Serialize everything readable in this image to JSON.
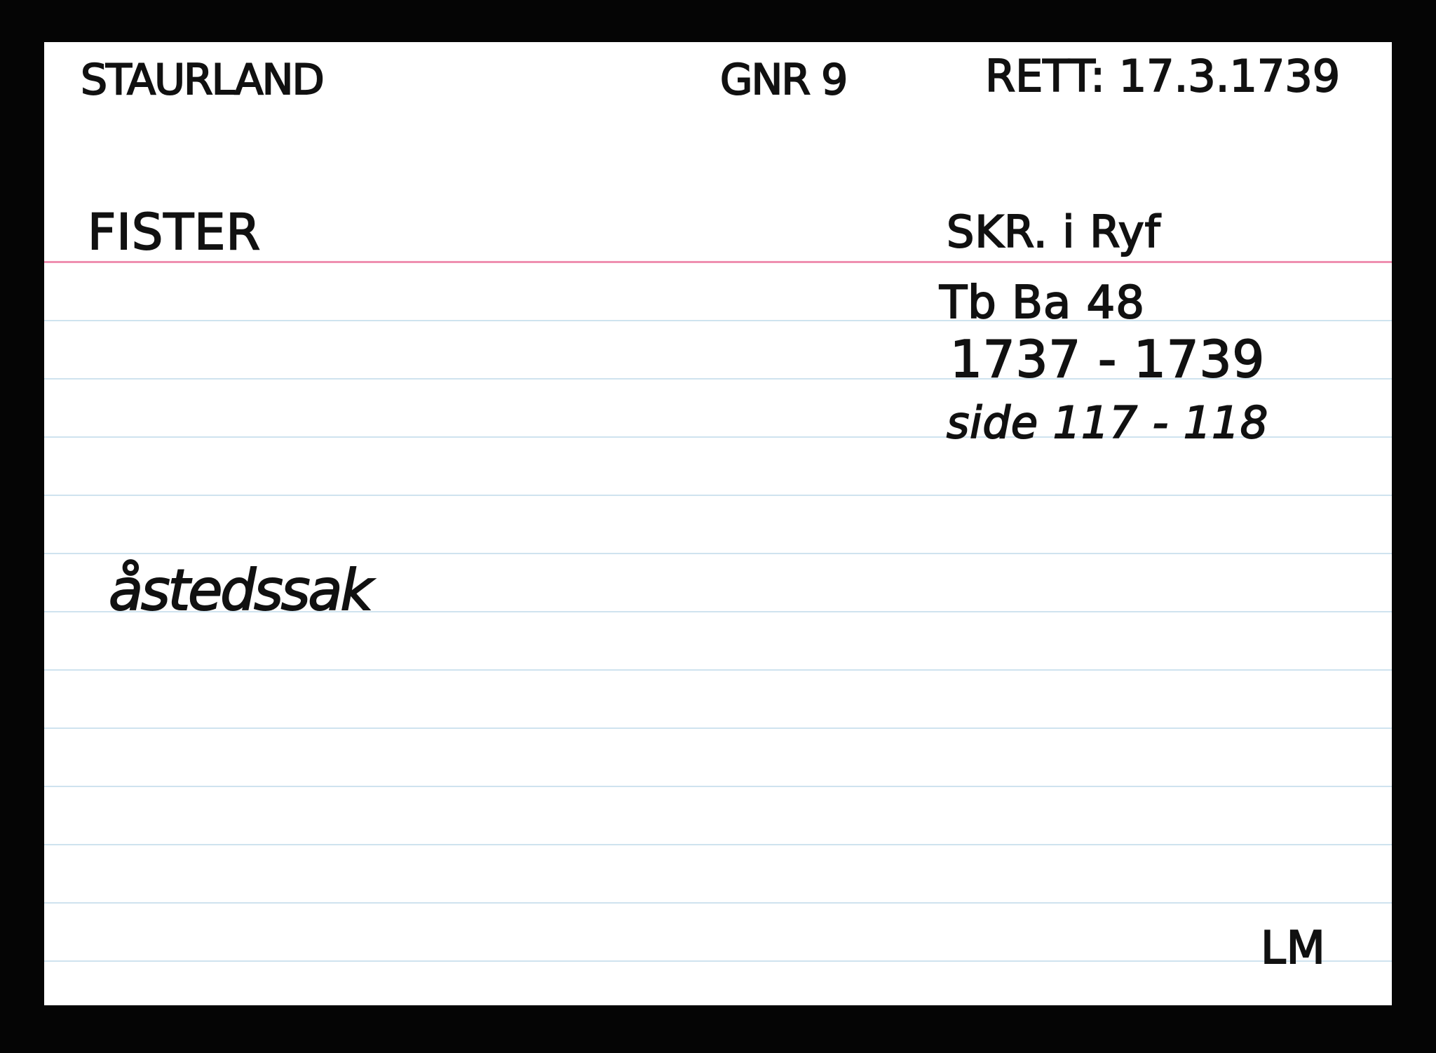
{
  "card": {
    "header": {
      "place": "STAURLAND",
      "farm_number": "GNR 9",
      "court_date": "RETT: 17.3.1739"
    },
    "name": "FISTER",
    "source": {
      "line1": "SKR. i Ryf",
      "line2": "Tb Ba 48",
      "line3": "1737 - 1739",
      "line4": "side 117 - 118"
    },
    "case_type": "åstedssak",
    "initials": "LM"
  },
  "colors": {
    "background": "#050505",
    "card": "#ffffff",
    "ink": "#111111",
    "red_rule": "#ef8fb0",
    "blue_rule": "#cfe3ef"
  }
}
